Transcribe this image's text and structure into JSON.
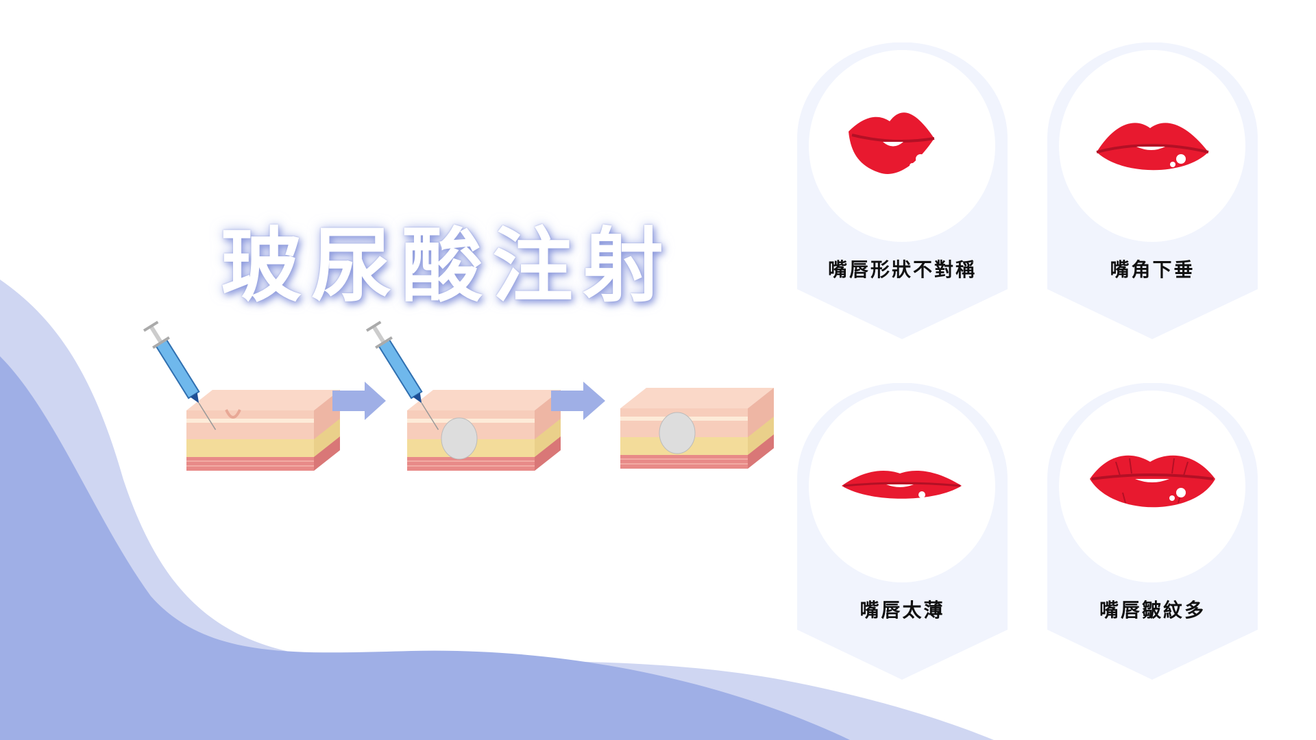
{
  "title": "玻尿酸注射",
  "colors": {
    "wave_light": "#cfd6f2",
    "wave_dark": "#9fafe6",
    "card_bg": "#f1f4fd",
    "lip_red": "#e8192f",
    "arrow": "#9fafe6"
  },
  "process_steps": [
    "syringe-injecting-wrinkle",
    "filler-injected",
    "wrinkle-filled"
  ],
  "cards": [
    {
      "label": "嘴唇形狀不對稱",
      "icon": "asymmetric-lips-icon"
    },
    {
      "label": "嘴角下垂",
      "icon": "drooping-lips-icon"
    },
    {
      "label": "嘴唇太薄",
      "icon": "thin-lips-icon"
    },
    {
      "label": "嘴唇皺紋多",
      "icon": "wrinkled-lips-icon"
    }
  ]
}
